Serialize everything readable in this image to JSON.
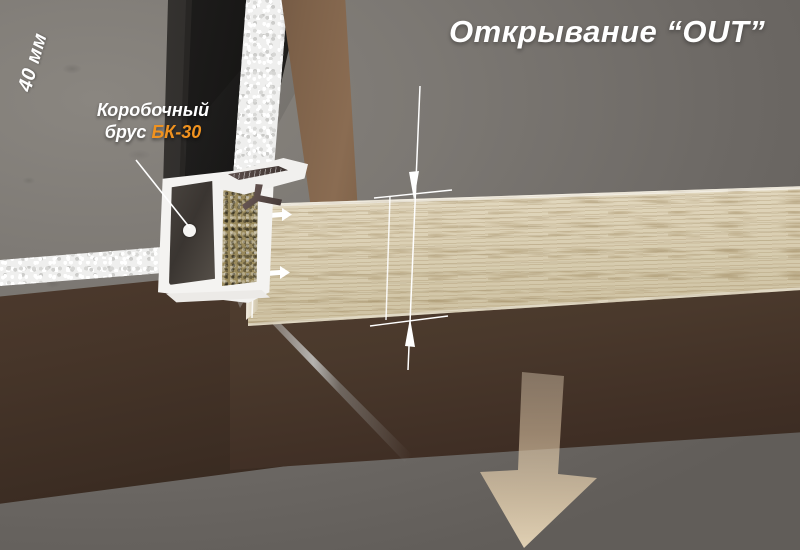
{
  "diagram": {
    "title": "Открывание “OUT”",
    "callout": {
      "line1": "Коробочный",
      "line2": "брус",
      "code": "БК-30"
    },
    "dimension": {
      "label": "40 мм",
      "value": 40,
      "unit": "мм",
      "measures": "thickness of door leaf panel"
    },
    "colors": {
      "accent_orange": "#f0921f",
      "label_white": "#ffffff",
      "background_grey": "#6e6a66",
      "beam_brown": "#463529",
      "panel_wood": "#ded3b8",
      "profile_white": "#f4f3f1",
      "foam_white": "#efefee",
      "arrow_beige": "#e8cfae"
    },
    "elements": {
      "profile_name": "bk-30-frame-profile",
      "panel_name": "door-leaf-panel",
      "foam_name": "insulation-foam-strip",
      "beam_name": "wooden-wall-beam",
      "jamb_name": "door-jamb-column",
      "arrow_name": "opening-direction-arrow",
      "seal_name": "rubber-seal-gasket"
    }
  }
}
